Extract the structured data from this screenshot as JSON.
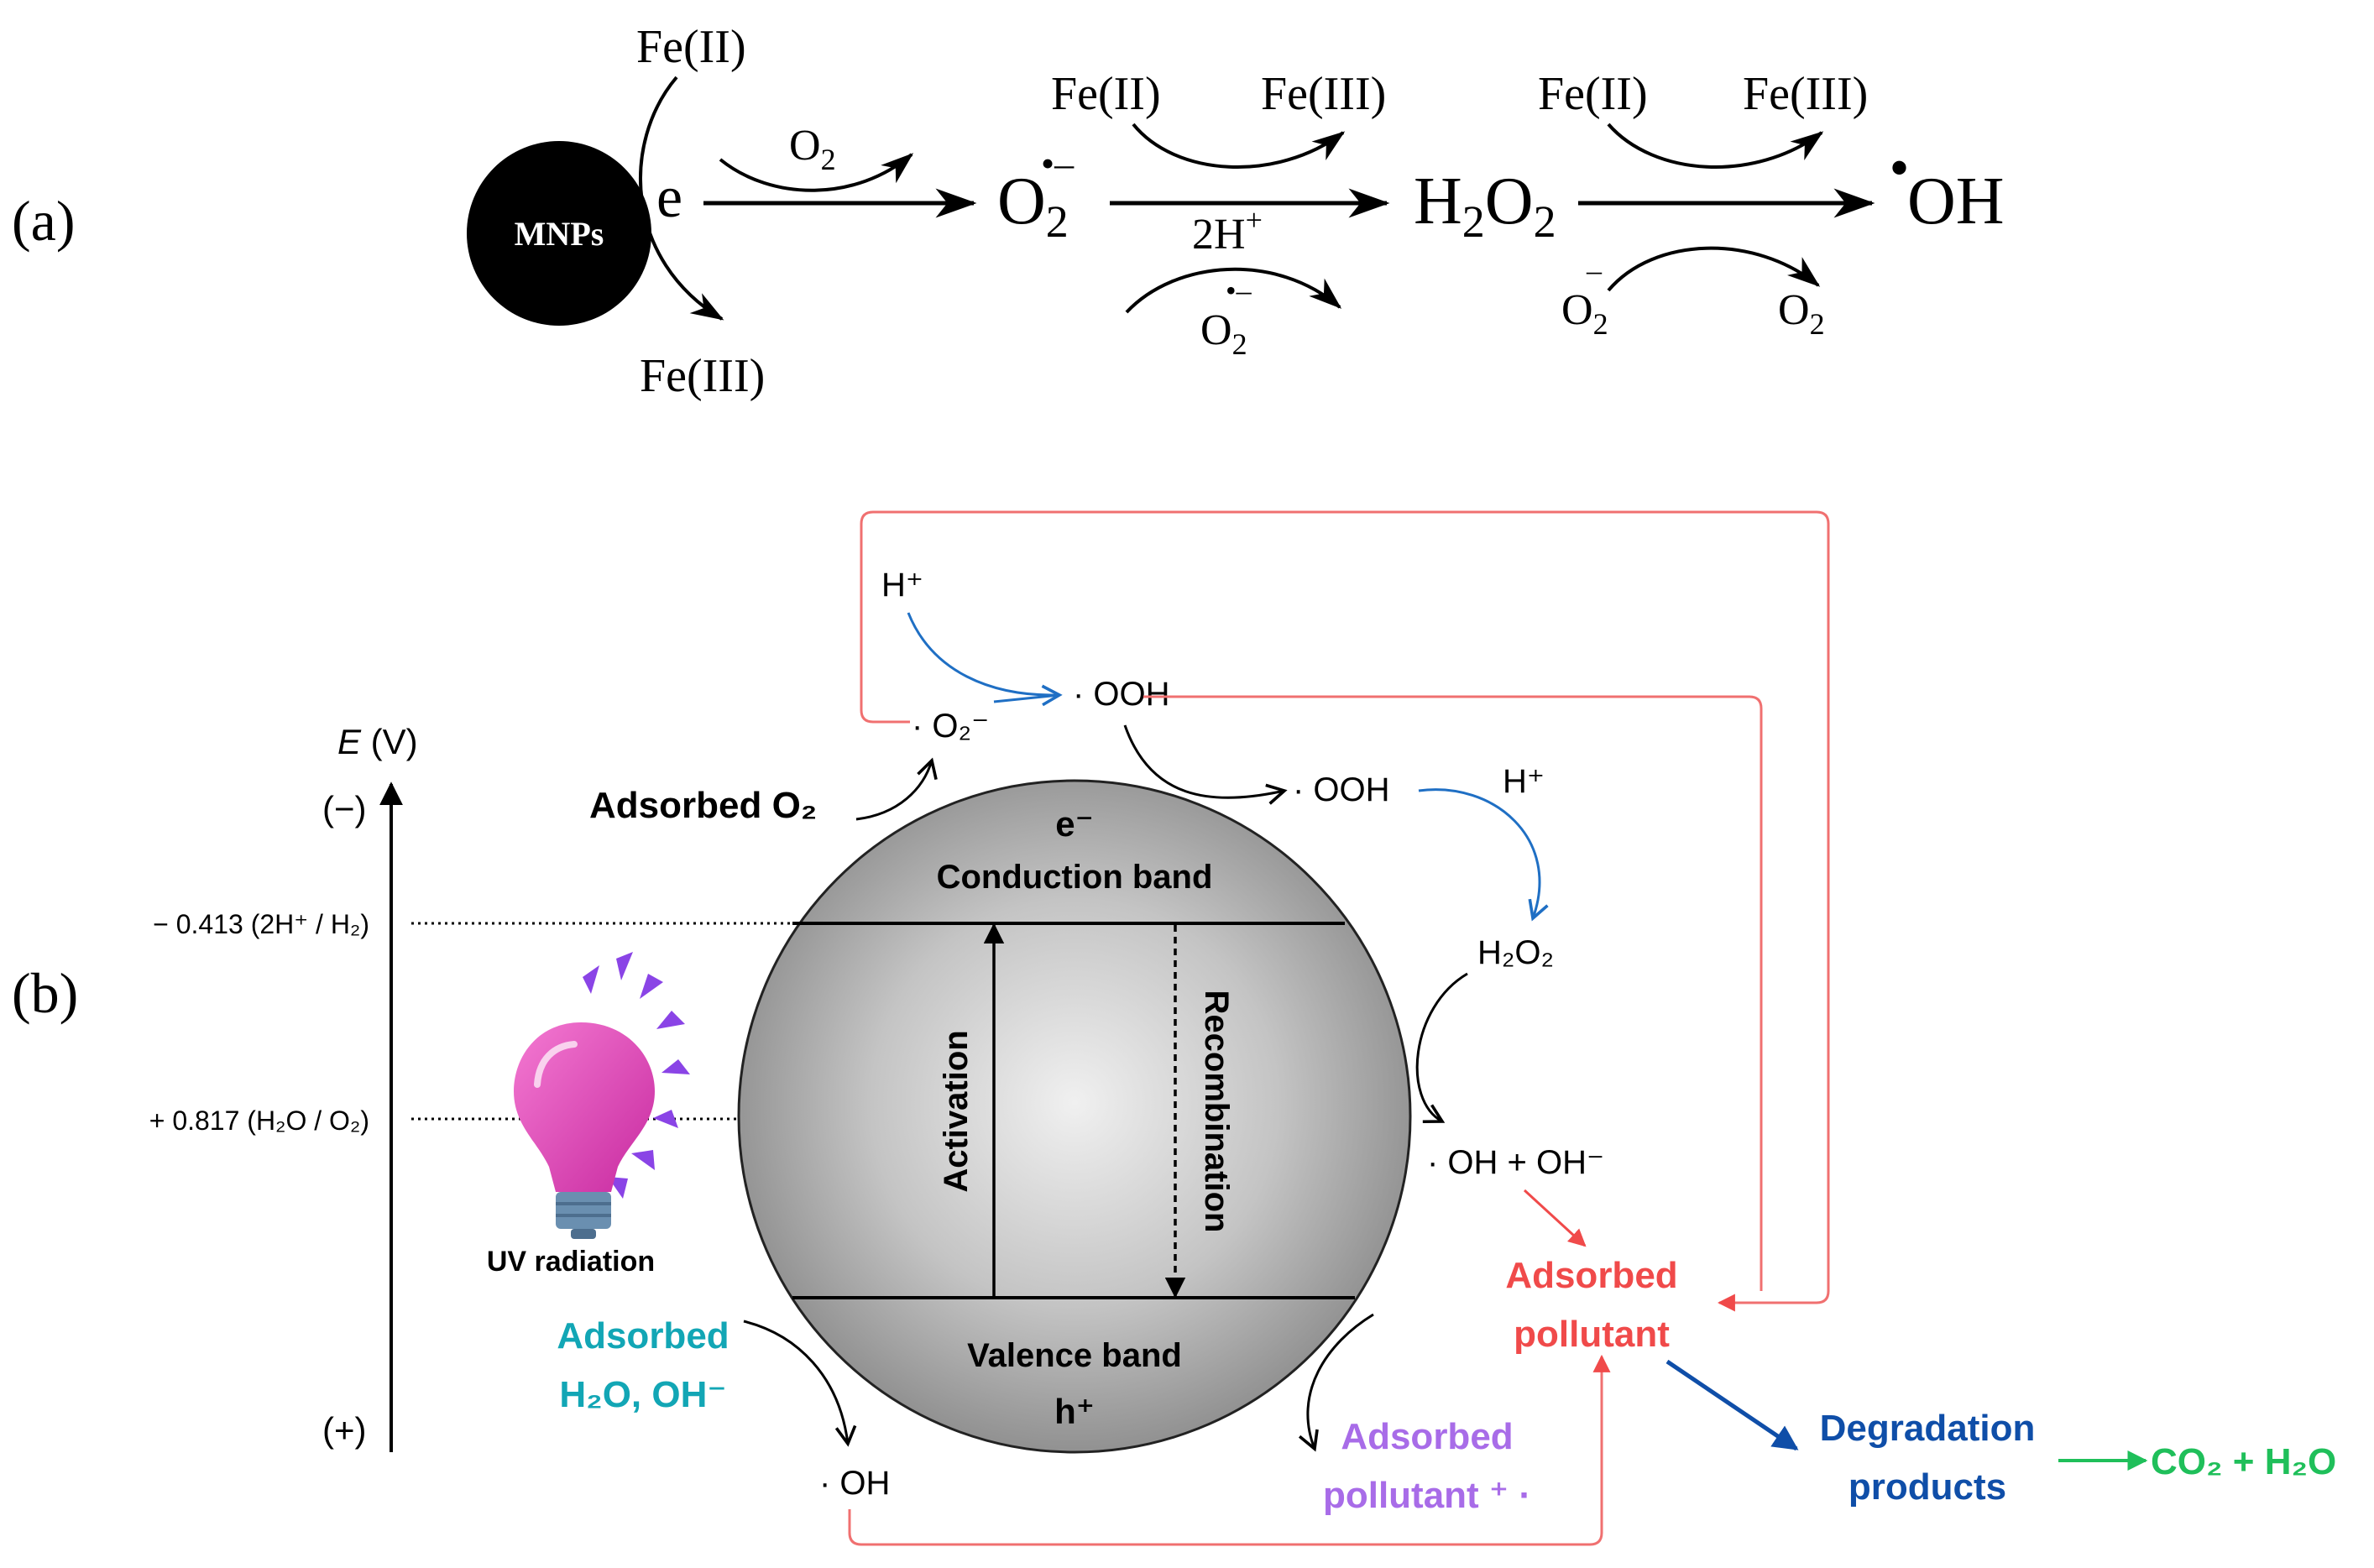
{
  "panel_a": {
    "label": "(a)",
    "mnp_label": "MNPs",
    "e": "e",
    "fe2_top": "Fe(II)",
    "fe3_bottom": "Fe(III)",
    "o2_arc": "O",
    "o2_arc_sub": "2",
    "sup_radical": "•–",
    "sup_radical_small": "•–",
    "o2_radical": "O",
    "o2_radical_sub": "2",
    "fe2_mid": "Fe(II)",
    "fe3_mid": "Fe(III)",
    "two_h": "2H",
    "two_h_sup": "+",
    "o2r_bottom": "O",
    "o2r_bottom_sub": "2",
    "h2o2_h": "H",
    "h2o2_sub1": "2",
    "h2o2_o": "O",
    "h2o2_sub2": "2",
    "fe2_right": "Fe(II)",
    "fe3_right": "Fe(III)",
    "oh_dot": "•",
    "oh": "OH",
    "o2r_right": "O",
    "o2r_right_sub": "2",
    "o2r_right_sup": "–",
    "o2_right": "O",
    "o2_right_sub": "2"
  },
  "panel_b": {
    "label": "(b)",
    "axis_E": "E",
    "axis_unit": " (V)",
    "minus": "(−)",
    "plus": "(+)",
    "level_1": "− 0.413 (2H⁺ / H₂)",
    "level_2": "+ 0.817 (H₂O / O₂)",
    "uv": "UV radiation",
    "e_minus": "e⁻",
    "conduction": "Conduction band",
    "valence": "Valence band",
    "h_plus": "h⁺",
    "activation": "Activation",
    "recombination": "Recombination",
    "adsorbed_o2": "Adsorbed O₂",
    "o2_radical": "· O₂⁻",
    "h_plus_top": "H⁺",
    "ooh_top": "· OOH",
    "ooh_mid": "· OOH",
    "h_plus_mid": "H⁺",
    "h2o2": "H₂O₂",
    "oh_ohminus": "· OH + OH⁻",
    "adsorbed_pollutant_l1": "Adsorbed",
    "adsorbed_pollutant_l2": "pollutant",
    "adsorbed_water_l1": "Adsorbed",
    "adsorbed_water_l2": "H₂O, OH⁻",
    "oh_bottom": "· OH",
    "pollutant_cation_l1": "Adsorbed",
    "pollutant_cation_l2": "pollutant ⁺ ·",
    "degradation_l1": "Degradation",
    "degradation_l2": "products",
    "final": "CO₂ + H₂O"
  },
  "colors": {
    "black": "#000000",
    "blue_arrow": "#1f6fc4",
    "red": "#f04a4a",
    "red_line": "#f07070",
    "teal": "#12a6b5",
    "purple": "#a86ce8",
    "navy": "#0f4ea8",
    "green": "#1fbf5a",
    "bulb_pink": "#e040b8",
    "ray_purple": "#8a44e6"
  }
}
